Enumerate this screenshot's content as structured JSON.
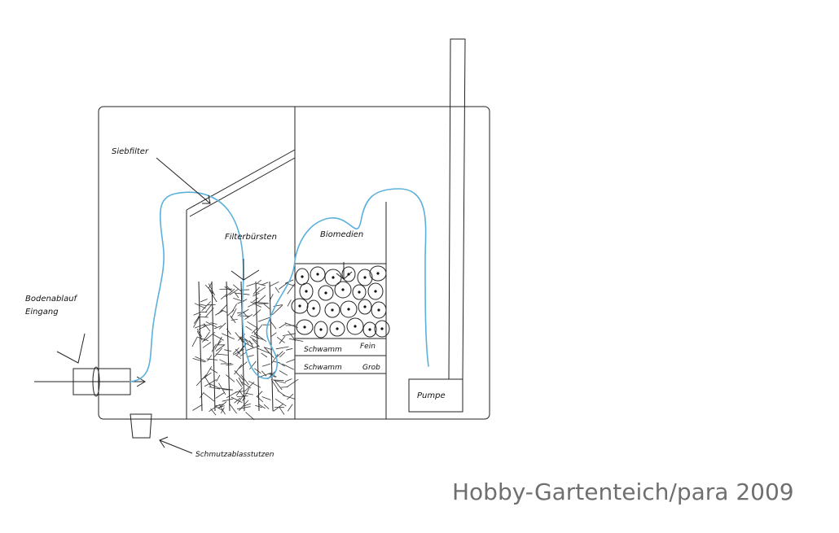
{
  "labels": {
    "siebfilter": "Siebfilter",
    "filterbuersten": "Filterbürsten",
    "biomedien": "Biomedien",
    "bodenablauf_line1": "Bodenablauf",
    "bodenablauf_line2": "Eingang",
    "schwamm_fein": "Schwamm",
    "fein": "Fein",
    "schwamm_grob": "Schwamm",
    "grob": "Grob",
    "pumpe": "Pumpe",
    "schmutzablass": "Schmutzablasstutzen"
  },
  "watermark": "Hobby-Gartenteich/para 2009",
  "colors": {
    "water_flow": "#5bb0dc",
    "lines": "#222222",
    "watermark": "#6f6f6f"
  }
}
